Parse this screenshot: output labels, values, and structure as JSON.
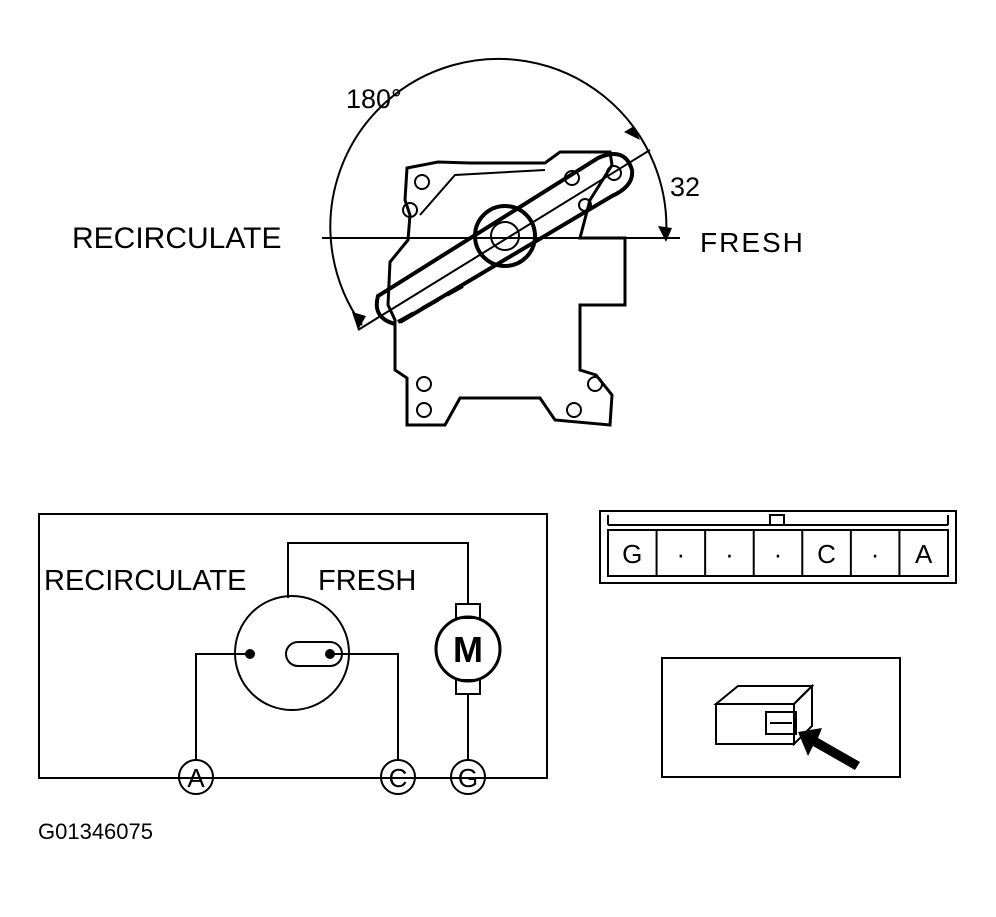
{
  "actuator": {
    "angle_label": "180°",
    "offset_label": "32",
    "left_position_label": "RECIRCULATE",
    "right_position_label": "FRESH"
  },
  "schematic": {
    "left_label": "RECIRCULATE",
    "right_label": "FRESH",
    "motor_label": "M",
    "terminals": [
      "A",
      "C",
      "G"
    ]
  },
  "connector": {
    "pins": [
      "G",
      "·",
      "·",
      "·",
      "C",
      "·",
      "A"
    ]
  },
  "figure_id": "G01346075"
}
